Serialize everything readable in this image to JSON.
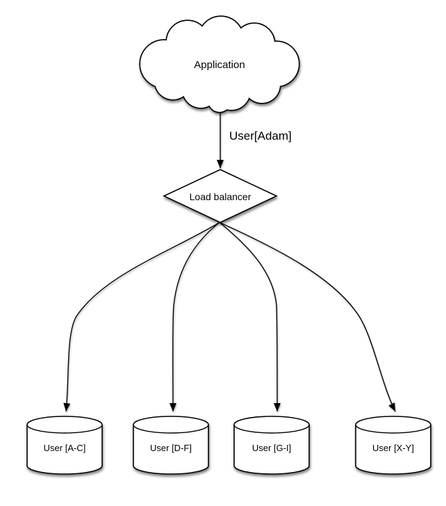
{
  "diagram": {
    "description": "Database sharding by user name ranges behind a load balancer",
    "colors": {
      "background": "#ffffff",
      "shape_fill": "#ffffff",
      "stroke": "#000000",
      "text": "#000000",
      "shadow": "rgba(0,0,0,0.5)"
    },
    "nodes": {
      "application": {
        "label": "Application",
        "shape": "cloud"
      },
      "load_balancer": {
        "label": "Load balancer",
        "shape": "diamond"
      },
      "shards": [
        {
          "label": "User [A-C]",
          "shape": "cylinder"
        },
        {
          "label": "User [D-F]",
          "shape": "cylinder"
        },
        {
          "label": "User [G-I]",
          "shape": "cylinder"
        },
        {
          "label": "User [X-Y]",
          "shape": "cylinder"
        }
      ]
    },
    "edges": {
      "app_to_lb": {
        "from": "Application",
        "to": "Load balancer",
        "label": "User[Adam]"
      },
      "lb_to_shards": [
        {
          "from": "Load balancer",
          "to": "User [A-C]"
        },
        {
          "from": "Load balancer",
          "to": "User [D-F]"
        },
        {
          "from": "Load balancer",
          "to": "User [G-I]"
        },
        {
          "from": "Load balancer",
          "to": "User [X-Y]"
        }
      ]
    }
  }
}
